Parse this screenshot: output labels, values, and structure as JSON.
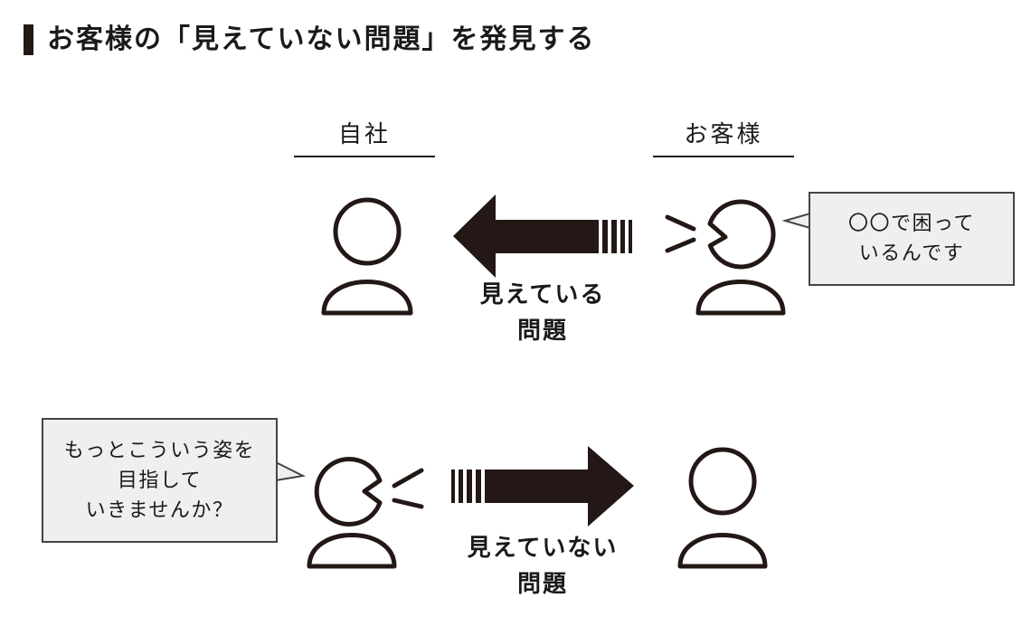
{
  "title": "お客様の「見えていない問題」を発見する",
  "columns": {
    "left": "自社",
    "right": "お客様"
  },
  "top_row": {
    "bubble_lines": [
      "〇〇で困って",
      "いるんです"
    ],
    "arrow_label_lines": [
      "見えている",
      "問題"
    ]
  },
  "bottom_row": {
    "bubble_lines": [
      "もっとこういう姿を",
      "目指して",
      "いきませんか？"
    ],
    "arrow_label_lines": [
      "見えていない",
      "問題"
    ]
  },
  "colors": {
    "ink": "#231815",
    "bubble_fill": "#efefef",
    "bubble_border": "#444444"
  },
  "icons": [
    "person-listening-icon",
    "person-speaking-icon",
    "arrow-left-icon",
    "arrow-right-icon",
    "speech-lines-icon"
  ]
}
